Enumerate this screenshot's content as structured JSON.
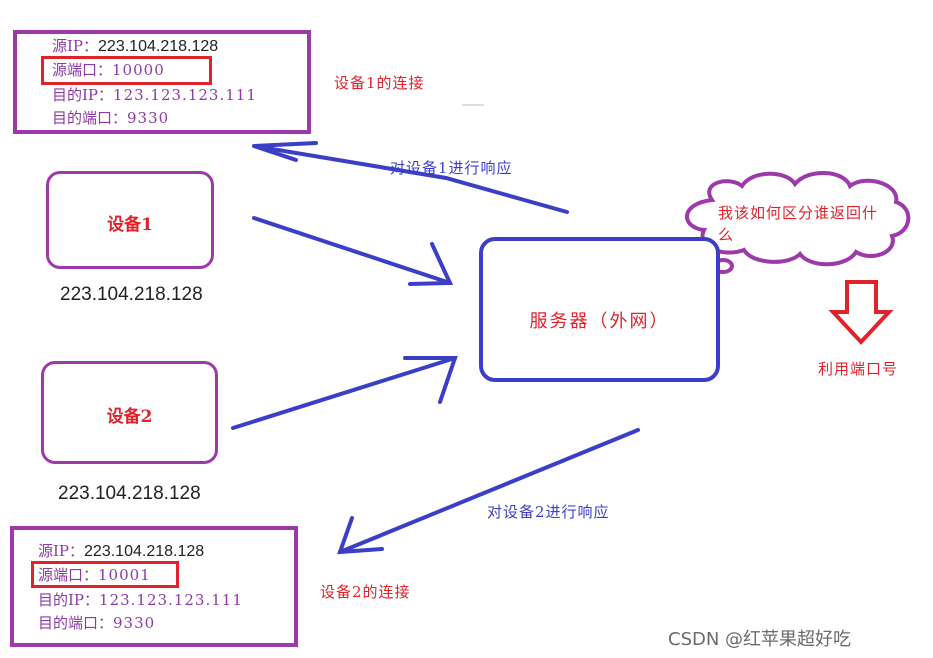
{
  "connection1": {
    "src_ip_label": "源IP：",
    "src_ip_value": "223.104.218.128",
    "src_port_label": "源端口：",
    "src_port_value": "10000",
    "dst_ip_label": "目的IP：",
    "dst_ip_value": "123.123.123.111",
    "dst_port_label": "目的端口：",
    "dst_port_value": "9330",
    "caption": "设备1的连接"
  },
  "connection2": {
    "src_ip_label": "源IP：",
    "src_ip_value": "223.104.218.128",
    "src_port_label": "源端口：",
    "src_port_value": "10001",
    "dst_ip_label": "目的IP：",
    "dst_ip_value": "123.123.123.111",
    "dst_port_label": "目的端口：",
    "dst_port_value": "9330",
    "caption": "设备2的连接"
  },
  "device1": {
    "label": "设备1",
    "ip": "223.104.218.128"
  },
  "device2": {
    "label": "设备2",
    "ip": "223.104.218.128"
  },
  "server": {
    "label": "服务器（外网）"
  },
  "responses": {
    "to_device1": "对设备1进行响应",
    "to_device2": "对设备2进行响应"
  },
  "thought_cloud": {
    "line1": "我该如何区分谁返回什",
    "line2": "么"
  },
  "answer": {
    "text": "利用端口号"
  },
  "watermark": {
    "text": "CSDN @红苹果超好吃"
  },
  "colors": {
    "purple": "#9b3aa8",
    "blue": "#3b3fc8",
    "red": "#e0222b"
  }
}
